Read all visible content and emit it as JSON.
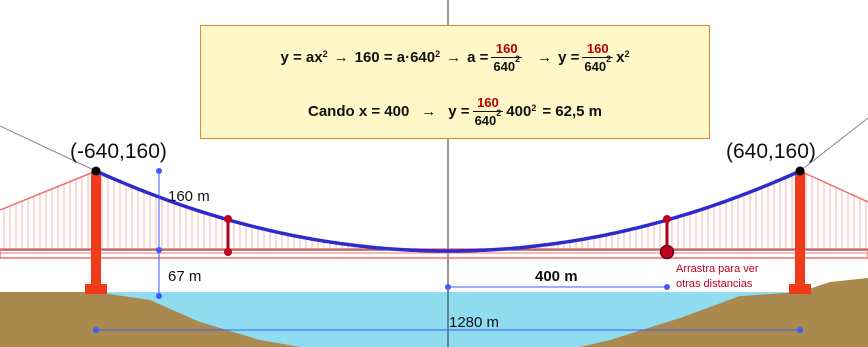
{
  "formula": {
    "line1": {
      "lhs": "y = ax",
      "exp2": "2",
      "arrow": "→",
      "step": "160 = a·640",
      "a_label": "a =",
      "frac_num": "160",
      "frac_den": "640",
      "y_label": "y =",
      "x_var": "x"
    },
    "line2": {
      "when": "Cando x = 400",
      "arrow": "→",
      "y_label": "y =",
      "frac_num": "160",
      "frac_den": "640",
      "tail": "400",
      "result": "= 62,5 m"
    }
  },
  "labels": {
    "left_point": "(-640,160)",
    "right_point": "(640,160)",
    "height_label": "160 m",
    "deck_height_label": "67 m",
    "distance_label": "400 m",
    "span_label": "1280 m",
    "drag_hint_line1": "Arrastra para ver",
    "drag_hint_line2": "otras distancias"
  },
  "colors": {
    "cable": "#2b2bd0",
    "tower": "#f03a1a",
    "hangers": "#f08080",
    "deck": "#f07070",
    "water": "#8fdcf0",
    "ground": "#a9894d",
    "formula_bg": "#fff7c8",
    "formula_border": "#e08a2a",
    "point": "#c00020",
    "measure": "#3b5bff"
  }
}
